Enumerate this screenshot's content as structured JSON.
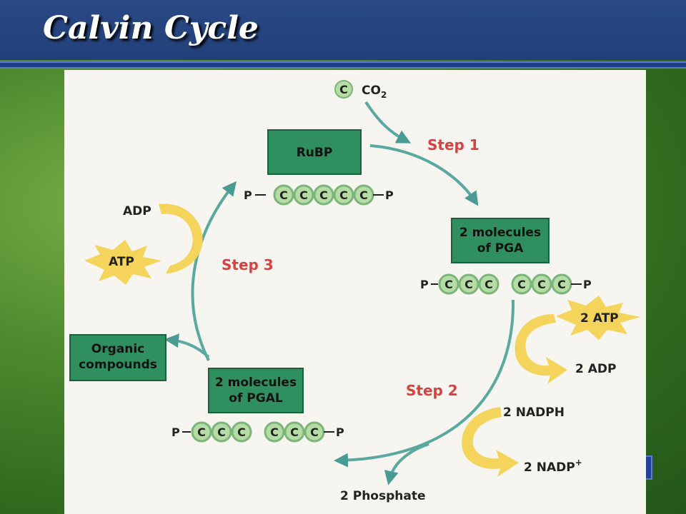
{
  "slide": {
    "title": "Calvin Cycle"
  },
  "diagram": {
    "co2": {
      "carbon": "C",
      "label": "CO",
      "sub": "2"
    },
    "steps": {
      "step1": "Step 1",
      "step2": "Step 2",
      "step3": "Step 3"
    },
    "rubp": {
      "label": "RuBP",
      "phosphate": "P"
    },
    "pga": {
      "line1": "2 molecules",
      "line2": "of PGA"
    },
    "pgal": {
      "line1": "2 molecules",
      "line2": "of PGAL"
    },
    "organic": {
      "line1": "Organic",
      "line2": "compounds"
    },
    "energy": {
      "atp_in_top": "2 ATP",
      "adp_out_top": "2 ADP",
      "nadph_in": "2 NADPH",
      "nadp_out": "2 NADP",
      "nadp_sup": "+",
      "adp_left": "ADP",
      "atp_left": "ATP"
    },
    "phosphate_out": "2 Phosphate",
    "carbon_symbol": "C",
    "colors": {
      "box": "#2f8f5e",
      "carbon": "#b6dca5",
      "step": "#d94040",
      "arrow": "#5aa9a0",
      "energy": "#f4d45a"
    }
  }
}
